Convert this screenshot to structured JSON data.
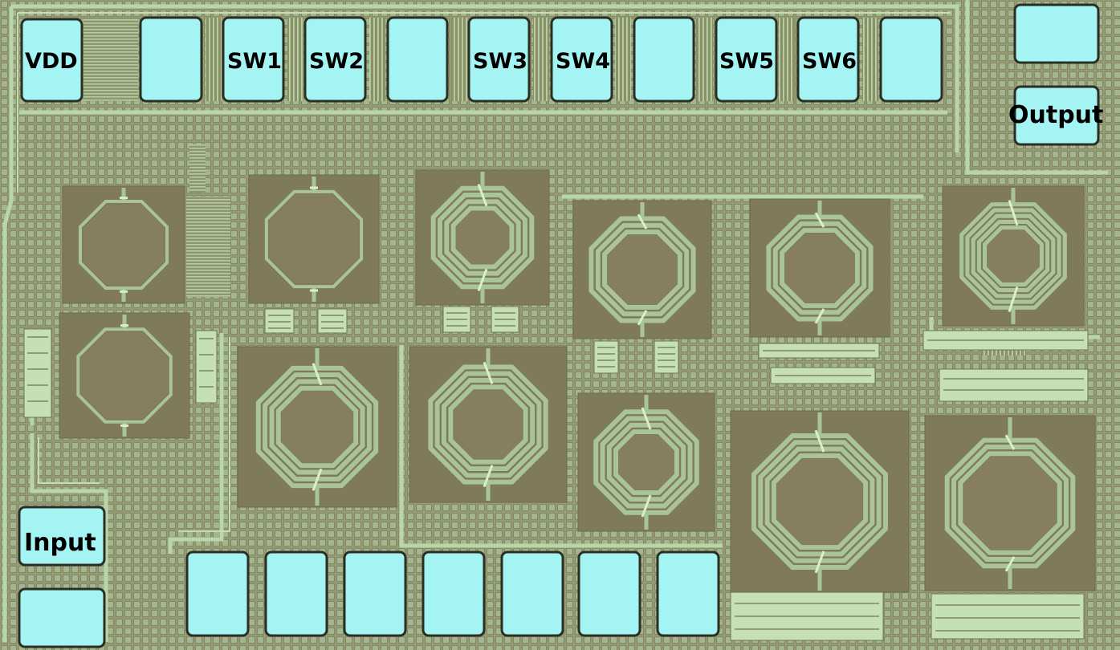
{
  "labels": {
    "vdd": "VDD",
    "sw1": "SW1",
    "sw2": "SW2",
    "sw3": "SW3",
    "sw4": "SW4",
    "sw5": "SW5",
    "sw6": "SW6",
    "output": "Output",
    "input": "Input"
  },
  "colors": {
    "substrate": "#8e9470",
    "metal_fill": "#9fb48f",
    "metal_trace": "#b8d6a8",
    "pad": "#a5f4f4",
    "pad_border": "#2a2f22",
    "inductor_area": "#7f7a5c",
    "inductor_coil": "#a9c49a",
    "label": "#000000"
  },
  "inductor_turns": [
    1,
    1,
    1,
    4,
    3,
    3,
    5,
    4,
    4,
    4,
    4
  ]
}
